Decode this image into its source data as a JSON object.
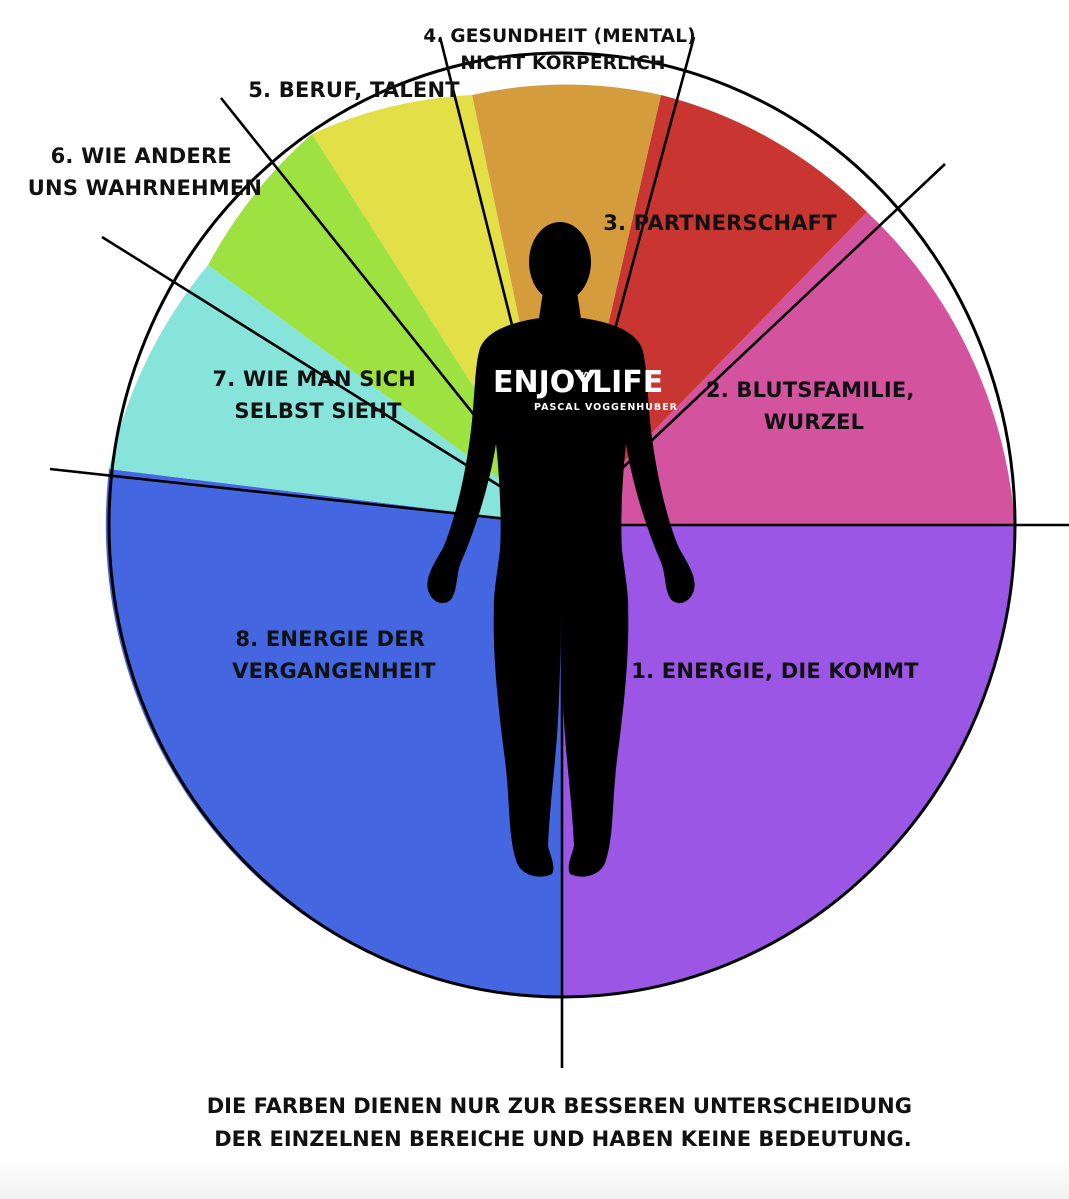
{
  "diagram": {
    "segments": [
      {
        "id": "segment-1",
        "label_lines": [
          "1. ENERGIE, DIE KOMMT"
        ],
        "color": "#9C56E6"
      },
      {
        "id": "segment-2",
        "label_lines": [
          "2. BLUTSFAMILIE,",
          "WURZEL"
        ],
        "color": "#D3539E"
      },
      {
        "id": "segment-3",
        "label_lines": [
          "3. PARTNERSCHAFT"
        ],
        "color": "#C93530"
      },
      {
        "id": "segment-4",
        "label_lines": [
          "4. GESUNDHEIT (MENTAL)",
          "NICHT KÖRPERLICH"
        ],
        "color": "#D59C3E"
      },
      {
        "id": "segment-5",
        "label_lines": [
          "5. BERUF, TALENT"
        ],
        "color": "#E3DF47"
      },
      {
        "id": "segment-6",
        "label_lines": [
          "6. WIE ANDERE",
          "UNS WAHRNEHMEN"
        ],
        "color": "#9EE242"
      },
      {
        "id": "segment-7",
        "label_lines": [
          "7. WIE MAN SICH",
          "SELBST SIEHT"
        ],
        "color": "#86E4DB"
      },
      {
        "id": "segment-8",
        "label_lines": [
          "8. ENERGIE DER",
          "VERGANGENHEIT"
        ],
        "color": "#4466E0"
      }
    ],
    "logo": {
      "enjoy": "ENJOY",
      "this": "THIS",
      "life": "LIFE",
      "author": "PASCAL VOGGENHUBER"
    },
    "figure_color": "#000000",
    "footer_lines": [
      "DIE FARBEN DIENEN NUR ZUR BESSEREN UNTERSCHEIDUNG",
      "DER EINZELNEN BEREICHE UND HABEN KEINE BEDEUTUNG."
    ]
  }
}
